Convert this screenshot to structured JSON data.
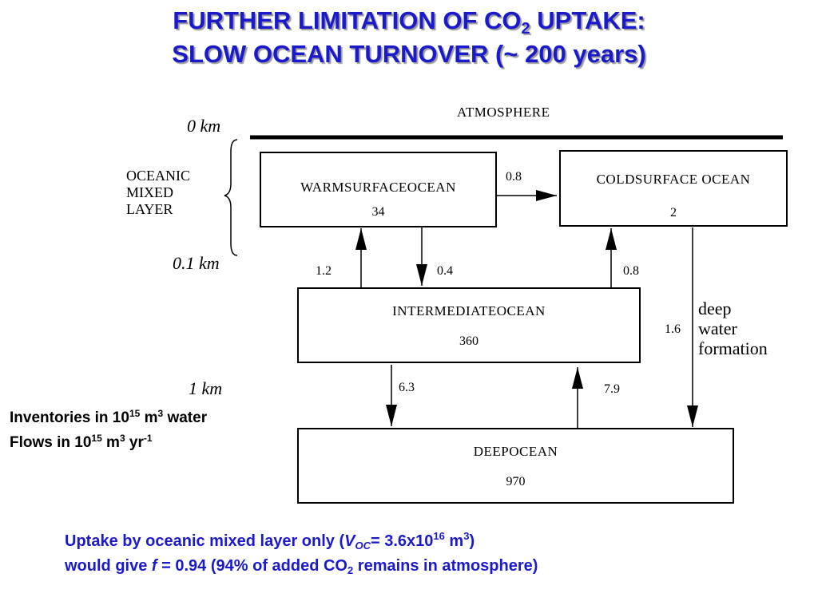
{
  "title": {
    "line1_pre": "FURTHER LIMITATION OF CO",
    "line1_sub": "2",
    "line1_post": " UPTAKE:",
    "line2": "SLOW OCEAN TURNOVER (~ 200 years)"
  },
  "diagram": {
    "atmosphere_label": "ATMOSPHERE",
    "depths": {
      "d0": "0 km",
      "d01": "0.1 km",
      "d1": "1 km"
    },
    "mixed_layer_label": [
      "OCEANIC",
      "MIXED",
      "LAYER"
    ],
    "boxes": {
      "warm": {
        "name": "WARMSURFACEOCEAN",
        "value": "34"
      },
      "cold": {
        "name": "COLDSURFACE OCEAN",
        "value": "2"
      },
      "intermediate": {
        "name": "INTERMEDIATEOCEAN",
        "value": "360"
      },
      "deep": {
        "name": "DEEPOCEAN",
        "value": "970"
      }
    },
    "flows": {
      "warm_to_cold": "0.8",
      "inter_to_warm": "1.2",
      "warm_to_inter": "0.4",
      "inter_to_cold": "0.8",
      "cold_to_deep": "1.6",
      "inter_to_deep": "6.3",
      "deep_to_inter": "7.9"
    },
    "deep_water_label": [
      "deep",
      "water",
      "formation"
    ]
  },
  "units": {
    "inv_pre": "Inventories in 10",
    "inv_exp": "15",
    "inv_mid": " m",
    "inv_exp2": "3",
    "inv_post": " water",
    "flow_pre": "Flows in 10",
    "flow_exp": "15",
    "flow_mid": " m",
    "flow_exp2": "3",
    "flow_mid2": " yr",
    "flow_exp3": "-1"
  },
  "bottom": {
    "l1_pre": "Uptake by oceanic mixed layer only (",
    "l1_var": "V",
    "l1_varsub": "OC",
    "l1_eq": "= 3.6x10",
    "l1_exp": "16",
    "l1_unit": " m",
    "l1_unitexp": "3",
    "l1_close": ")",
    "l2_pre": "would give  ",
    "l2_var": "f",
    "l2_mid": " = 0.94  (94% of added CO",
    "l2_sub": "2",
    "l2_post": " remains in atmosphere)"
  }
}
